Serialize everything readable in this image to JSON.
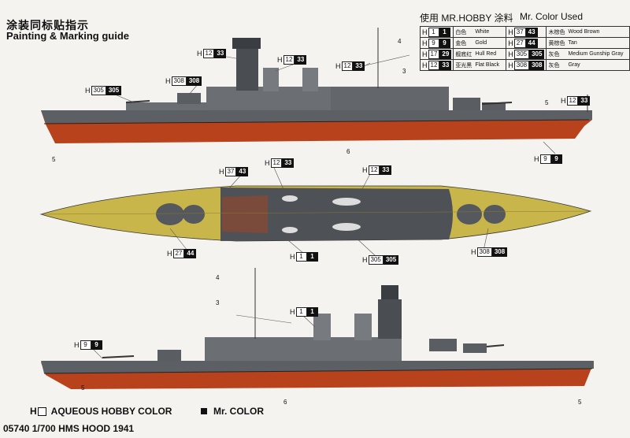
{
  "header": {
    "title_cn": "涂装同标贴指示",
    "title_en": "Painting & Marking guide"
  },
  "legend": {
    "head_cn": "使用 MR.HOBBY 涂料",
    "head_en": "Mr. Color Used",
    "rows": [
      {
        "l": {
          "w": "1",
          "b": "1",
          "cn": "白色",
          "en": "White"
        },
        "r": {
          "w": "37",
          "b": "43",
          "cn": "木棕色",
          "en": "Wood Brown"
        }
      },
      {
        "l": {
          "w": "9",
          "b": "9",
          "cn": "金色",
          "en": "Gold"
        },
        "r": {
          "w": "27",
          "b": "44",
          "cn": "黄棕色",
          "en": "Tan"
        }
      },
      {
        "l": {
          "w": "17",
          "b": "29",
          "cn": "舰底红",
          "en": "Hull Red"
        },
        "r": {
          "w": "305",
          "b": "305",
          "cn": "灰色",
          "en": "Medium Gunship Gray"
        }
      },
      {
        "l": {
          "w": "12",
          "b": "33",
          "cn": "亚光黑",
          "en": "Flat Black"
        },
        "r": {
          "w": "308",
          "b": "308",
          "cn": "灰色",
          "en": "Gray"
        }
      }
    ]
  },
  "callouts": [
    {
      "w": "12",
      "b": "33"
    },
    {
      "w": "12",
      "b": "33"
    },
    {
      "w": "12",
      "b": "33"
    },
    {
      "w": "308",
      "b": "308"
    },
    {
      "w": "305",
      "b": "305"
    },
    {
      "w": "12",
      "b": "33"
    },
    {
      "w": "9",
      "b": "9"
    },
    {
      "w": "37",
      "b": "43"
    },
    {
      "w": "12",
      "b": "33"
    },
    {
      "w": "12",
      "b": "33"
    },
    {
      "w": "27",
      "b": "44"
    },
    {
      "w": "1",
      "b": "1"
    },
    {
      "w": "305",
      "b": "305"
    },
    {
      "w": "308",
      "b": "308"
    },
    {
      "w": "1",
      "b": "1"
    },
    {
      "w": "9",
      "b": "9"
    }
  ],
  "numbers": [
    "4",
    "3",
    "5",
    "5",
    "6",
    "4",
    "3",
    "5",
    "6",
    "5"
  ],
  "footer": {
    "aqueous": "AQUEOUS HOBBY COLOR",
    "mr": "Mr. COLOR",
    "model": "05740 1/700 HMS HOOD 1941"
  },
  "colors": {
    "hull_gray": "#5b5e63",
    "hull_red": "#b4431c",
    "deck": "#c9b64a",
    "dark": "#3b3d40"
  }
}
